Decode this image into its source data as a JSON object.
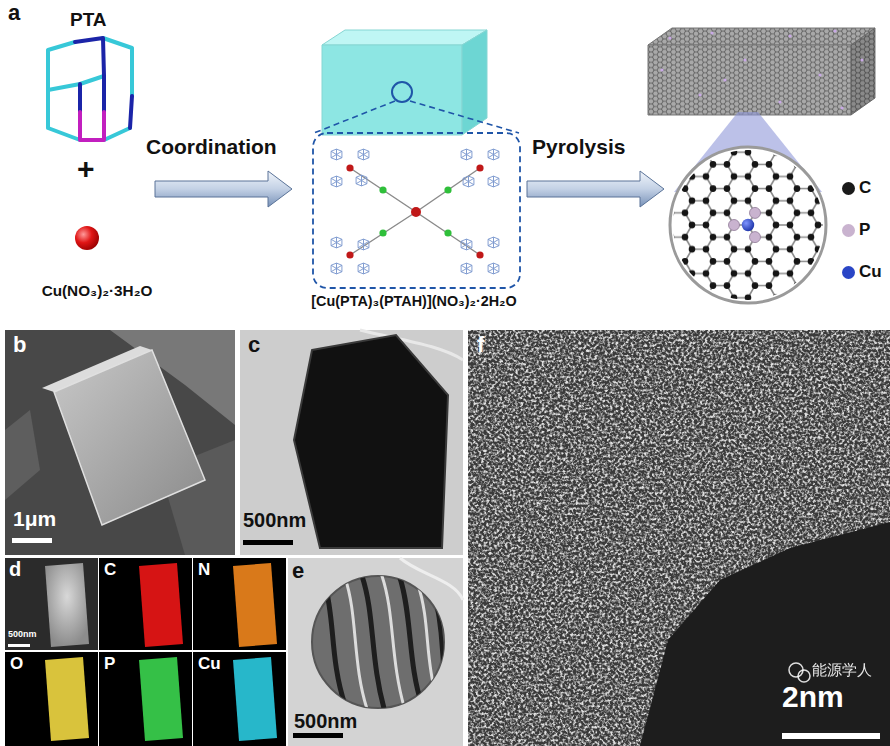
{
  "diagram": {
    "nodes": [
      {
        "text": [
          "PTA"
        ]
      },
      {
        "text": [
          "Cu(NO₃)₂·3H₂O"
        ]
      },
      {
        "text": [
          "[Cu(PTA)₃(PTAH)](NO₃)₂·2H₂O"
        ]
      },
      {
        "text": [
          "b",
          "1μm"
        ]
      },
      {
        "text": [
          "c",
          "500nm"
        ]
      },
      {
        "text": [
          "d",
          "500nm"
        ]
      },
      {
        "text": [
          "C"
        ]
      },
      {
        "text": [
          "N"
        ]
      },
      {
        "text": [
          "O"
        ]
      },
      {
        "text": [
          "P"
        ]
      },
      {
        "text": [
          "Cu"
        ]
      },
      {
        "text": [
          "e",
          "500nm"
        ]
      },
      {
        "text": [
          "f",
          "2nm"
        ]
      }
    ],
    "labels": [
      "a",
      "+",
      "Coordination",
      "Pyrolysis",
      "能源学人"
    ],
    "legend": [
      {
        "text": "C",
        "color": "#1a1a1a"
      },
      {
        "text": "P",
        "color": "#c9b3cf"
      },
      {
        "text": "Cu",
        "color": "#2a46c6"
      }
    ]
  }
}
